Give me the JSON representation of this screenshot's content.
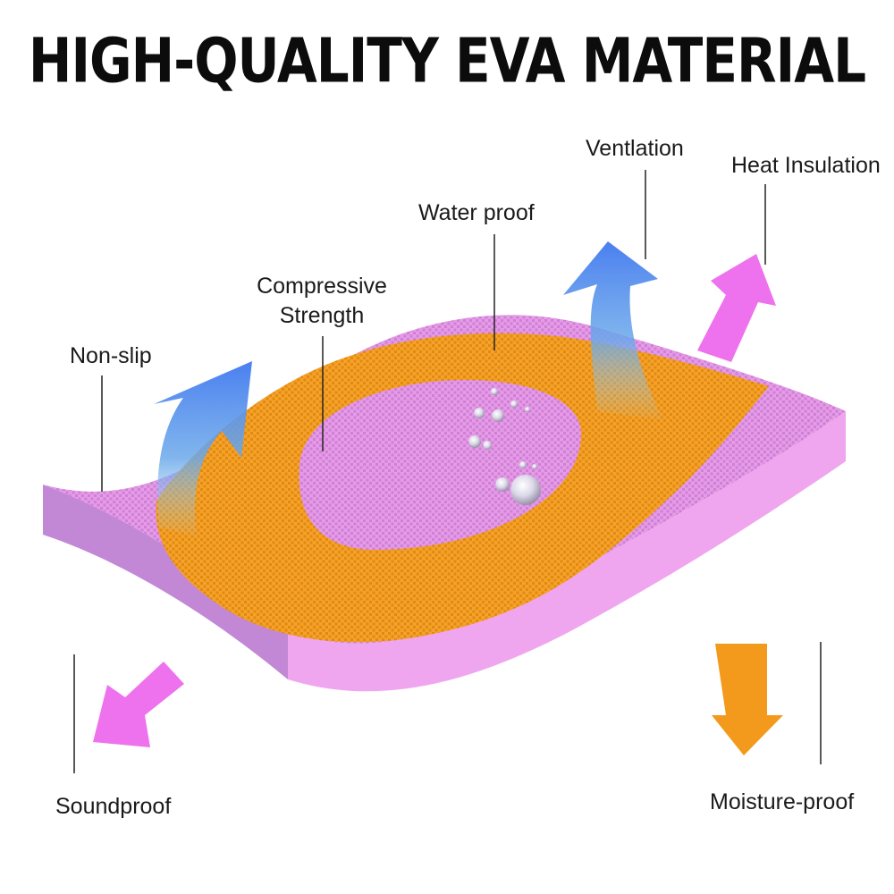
{
  "title": "HIGH-QUALITY EVA MATERIAL",
  "labels": {
    "ventilation": "Ventlation",
    "heat_insulation": "Heat Insulation",
    "water_proof": "Water proof",
    "compressive_line1": "Compressive",
    "compressive_line2": "Strength",
    "non_slip": "Non-slip",
    "soundproof": "Soundproof",
    "moisture_proof": "Moisture-proof"
  },
  "colors": {
    "pink_layer": "#e59be6",
    "pink_side": "#c88ad8",
    "orange_layer": "#f39a1c",
    "blue_arrow": "#5b8ff0",
    "pink_arrow": "#ee72ee",
    "orange_arrow": "#f39a1c"
  }
}
